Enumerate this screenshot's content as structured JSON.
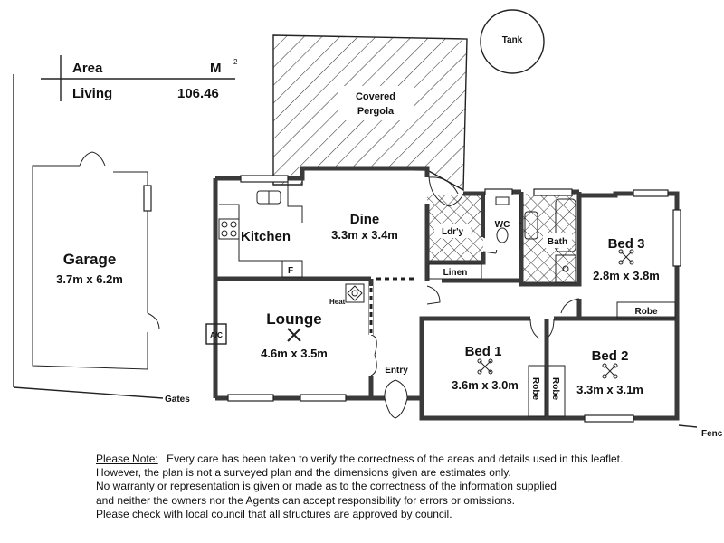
{
  "area_legend": {
    "header_label": "Area",
    "header_unit": "M",
    "unit_superscript": "2",
    "row_label": "Living",
    "row_value": "106.46"
  },
  "tank": "Tank",
  "pergola": {
    "line1": "Covered",
    "line2": "Pergola"
  },
  "garage": {
    "name": "Garage",
    "dims": "3.7m x 6.2m"
  },
  "kitchen": {
    "name": "Kitchen",
    "fridge": "F"
  },
  "dine": {
    "name": "Dine",
    "dims": "3.3m x 3.4m"
  },
  "laundry": {
    "name": "Ldr'y",
    "linen": "Linen"
  },
  "wc": "WC",
  "bath": "Bath",
  "bed3": {
    "name": "Bed 3",
    "dims": "2.8m x 3.8m",
    "robe": "Robe"
  },
  "lounge": {
    "name": "Lounge",
    "dims": "4.6m x 3.5m",
    "heat": "Heat",
    "ac": "A/C"
  },
  "entry": "Entry",
  "bed1": {
    "name": "Bed 1",
    "dims": "3.6m x 3.0m",
    "robe": "Robe"
  },
  "bed2": {
    "name": "Bed 2",
    "dims": "3.3m x 3.1m",
    "robe": "Robe"
  },
  "gates": "Gates",
  "fence": "Fenc",
  "disclaimer": {
    "heading": "Please Note:",
    "line1": "Every care has been taken to verify the correctness of the areas and details used in this leaflet.",
    "line2": "However, the plan is not a surveyed plan and the dimensions given are estimates only.",
    "line3": "No warranty or representation is given or made as to the correctness of the information supplied",
    "line4": "and neither the owners nor the Agents can accept responsibility for errors or omissions.",
    "line5": "Please check with local council that all structures are approved by council."
  },
  "colors": {
    "wall": "#3a3a3a",
    "ink": "#111111",
    "paper": "#ffffff"
  }
}
